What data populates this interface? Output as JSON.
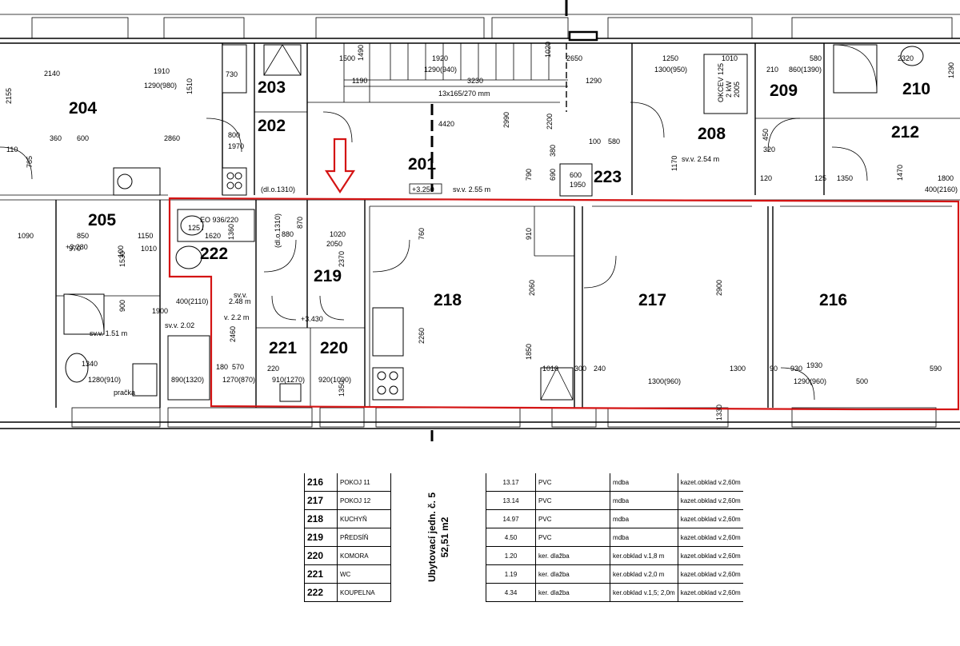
{
  "rooms": {
    "r201": "201",
    "r202": "202",
    "r203": "203",
    "r204": "204",
    "r205": "205",
    "r208": "208",
    "r209": "209",
    "r210": "210",
    "r212": "212",
    "r216": "216",
    "r217": "217",
    "r218": "218",
    "r219": "219",
    "r220": "220",
    "r221": "221",
    "r222": "222",
    "r223": "223"
  },
  "annotations": {
    "stair_label": "13x165/270 mm",
    "level_201": "+3.250",
    "svv_201": "sv.v. 2.55 m",
    "level_205": "+3.280",
    "level_220": "+3.430",
    "svv_208": "sv.v. 2.54 m",
    "svv_222": "sv.v.",
    "svv_222_val": "2.48 m",
    "svv_221": "v. 2.2 m",
    "svv_205": "sv.v. 2.02",
    "svv_shower": "sv.v. 1.51 m",
    "eo": "EO 936/220",
    "eo2": "125 l",
    "okcev": "OKCEV 125",
    "okcev2": "2 kW",
    "okcev3": "2005",
    "pracka": "pračka",
    "dl": "(dl.o.1310)",
    "dl2": "(dl.o.1310)"
  },
  "dimensions": [
    "2140",
    "1910",
    "1290(980)",
    "2155",
    "1510",
    "730",
    "2860",
    "800",
    "1970",
    "360",
    "600",
    "110",
    "785",
    "1500",
    "1490",
    "1920",
    "1290(940)",
    "1190",
    "3230",
    "1020",
    "2650",
    "1290",
    "1250",
    "1300(950)",
    "1010",
    "580",
    "210",
    "860(1390)",
    "2320",
    "1290",
    "4420",
    "2990",
    "2200",
    "380",
    "790",
    "690",
    "100",
    "580",
    "600",
    "1950",
    "1170",
    "450",
    "320",
    "120",
    "125",
    "1350",
    "1470",
    "1800",
    "400(2160)",
    "870",
    "1620",
    "1360",
    "880",
    "1020",
    "2050",
    "2370",
    "760",
    "910",
    "2060",
    "2900",
    "1090",
    "850",
    "1150",
    "970",
    "1010",
    "1530",
    "900",
    "1900",
    "400(2110)",
    "1340",
    "1280(910)",
    "890(1320)",
    "2460",
    "180",
    "570",
    "1270(870)",
    "910(1270)",
    "920(1090)",
    "1350",
    "2260",
    "1850",
    "1010",
    "300",
    "240",
    "1300",
    "930",
    "590",
    "1930",
    "1290(960)",
    "1300(960)",
    "500",
    "1330",
    "100",
    "90",
    "220"
  ],
  "legend": {
    "unit_name": "Ubytovací jedn. č. 5",
    "unit_area": "52,51 m2",
    "rows": [
      {
        "num": "216",
        "name": "POKOJ 11",
        "area": "13.17",
        "floor": "PVC",
        "walls": "mdba",
        "ceiling": "kazet.obklad v.2,60m"
      },
      {
        "num": "217",
        "name": "POKOJ 12",
        "area": "13.14",
        "floor": "PVC",
        "walls": "mdba",
        "ceiling": "kazet.obklad v.2,60m"
      },
      {
        "num": "218",
        "name": "KUCHYŇ",
        "area": "14.97",
        "floor": "PVC",
        "walls": "mdba",
        "ceiling": "kazet.obklad v.2,60m"
      },
      {
        "num": "219",
        "name": "PŘEDSÍŇ",
        "area": "4.50",
        "floor": "PVC",
        "walls": "mdba",
        "ceiling": "kazet.obklad v.2,60m"
      },
      {
        "num": "220",
        "name": "KOMORA",
        "area": "1.20",
        "floor": "ker. dlažba",
        "walls": "ker.obklad v.1,8 m",
        "ceiling": "kazet.obklad v.2,60m"
      },
      {
        "num": "221",
        "name": "WC",
        "area": "1.19",
        "floor": "ker. dlažba",
        "walls": "ker.obklad v.2,0 m",
        "ceiling": "kazet.obklad v.2,60m"
      },
      {
        "num": "222",
        "name": "KOUPELNA",
        "area": "4.34",
        "floor": "ker. dlažba",
        "walls": "ker.obklad v.1,5; 2,0m",
        "ceiling": "kazet.obklad v.2,60m"
      }
    ]
  },
  "colors": {
    "highlight": "#d41414",
    "line": "#000000",
    "background": "#ffffff"
  },
  "icons": {
    "arrow": "down-arrow-icon"
  }
}
